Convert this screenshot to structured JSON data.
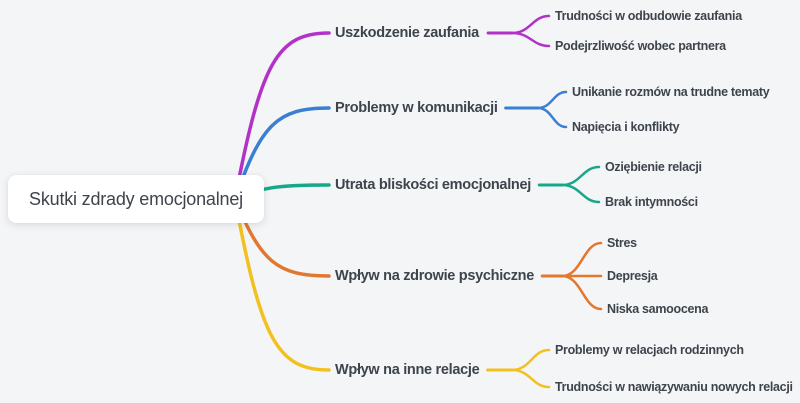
{
  "page": {
    "background": "#f4f5f7",
    "text_color": "#3d444c"
  },
  "root": {
    "label": "Skutki zdrady emocjonalnej",
    "background": "#ffffff"
  },
  "branches": [
    {
      "label": "Uszkodzenie zaufania",
      "color": "#b232c8",
      "children": [
        "Trudności w odbudowie zaufania",
        "Podejrzliwość wobec partnera"
      ]
    },
    {
      "label": "Problemy w komunikacji",
      "color": "#3a7fd2",
      "children": [
        "Unikanie rozmów na trudne tematy",
        "Napięcia i konflikty"
      ]
    },
    {
      "label": "Utrata bliskości emocjonalnej",
      "color": "#17a78a",
      "children": [
        "Oziębienie relacji",
        "Brak intymności"
      ]
    },
    {
      "label": "Wpływ na zdrowie psychiczne",
      "color": "#e2782f",
      "children": [
        "Stres",
        "Depresja",
        "Niska samoocena"
      ]
    },
    {
      "label": "Wpływ na inne relacje",
      "color": "#f3c11f",
      "children": [
        "Problemy w relacjach rodzinnych",
        "Trudności w nawiązywaniu nowych relacji"
      ]
    }
  ]
}
